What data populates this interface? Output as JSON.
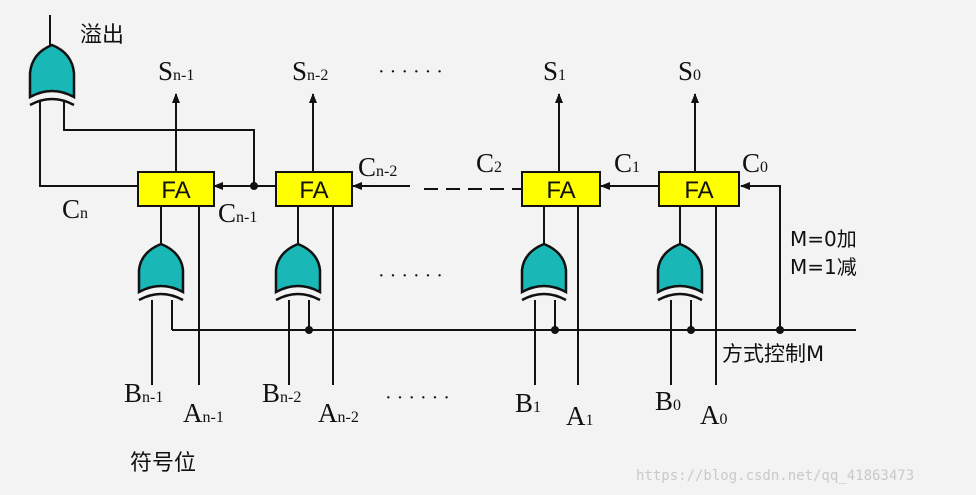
{
  "colors": {
    "background": "#f3f3f3",
    "adder_fill": "#ffff00",
    "xor_fill": "#19b7b6",
    "wire": "#111111"
  },
  "labels": {
    "overflow": "溢出",
    "sign_bit": "符号位",
    "mode_control": "方式控制M",
    "m0": "M=0加",
    "m1": "M=1减",
    "watermark": "https://blog.csdn.net/qq_41863473"
  },
  "adders": [
    {
      "text": "FA",
      "out_main": "S",
      "out_sub": "n-1",
      "a_sub": "n-1",
      "b_sub": "n-1"
    },
    {
      "text": "FA",
      "out_main": "S",
      "out_sub": "n-2",
      "a_sub": "n-2",
      "b_sub": "n-2"
    },
    {
      "text": "FA",
      "out_main": "S",
      "out_sub": "1",
      "a_sub": "1",
      "b_sub": "1"
    },
    {
      "text": "FA",
      "out_main": "S",
      "out_sub": "0",
      "a_sub": "0",
      "b_sub": "0"
    }
  ],
  "carries": {
    "cn": {
      "main": "C",
      "sub": "n"
    },
    "cn1": {
      "main": "C",
      "sub": "n-1"
    },
    "cn2": {
      "main": "C",
      "sub": "n-2"
    },
    "c2": {
      "main": "C",
      "sub": "2"
    },
    "c1": {
      "main": "C",
      "sub": "1"
    },
    "c0": {
      "main": "C",
      "sub": "0"
    }
  },
  "inputs": {
    "a": "A",
    "b": "B"
  },
  "ellipsis": "· · · · · ·"
}
